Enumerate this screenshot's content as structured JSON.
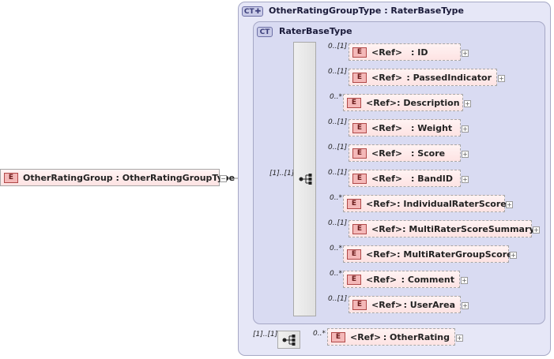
{
  "root": {
    "badge": "E",
    "label": "OtherRatingGroup : OtherRatingGroupType",
    "expand_symbol": "−"
  },
  "complex_type": {
    "badge": "CT",
    "title": "OtherRatingGroupType : RaterBaseType"
  },
  "base_type": {
    "badge": "CT",
    "title": "RaterBaseType"
  },
  "sequence_cardinality": "[1]..[1]",
  "children": [
    {
      "card": "0..[1]",
      "ref": "<Ref>",
      "name": ": ID"
    },
    {
      "card": "0..[1]",
      "ref": "<Ref>",
      "name": ": PassedIndicator"
    },
    {
      "card": "0..*",
      "ref": "<Ref>",
      "name": ": Description"
    },
    {
      "card": "0..[1]",
      "ref": "<Ref>",
      "name": ": Weight"
    },
    {
      "card": "0..[1]",
      "ref": "<Ref>",
      "name": ": Score"
    },
    {
      "card": "0..[1]",
      "ref": "<Ref>",
      "name": ": BandID"
    },
    {
      "card": "0..*",
      "ref": "<Ref>",
      "name": ": IndividualRaterScore"
    },
    {
      "card": "0..[1]",
      "ref": "<Ref>",
      "name": ": MultiRaterScoreSummary"
    },
    {
      "card": "0..*",
      "ref": "<Ref>",
      "name": ": MultiRaterGroupScore"
    },
    {
      "card": "0..*",
      "ref": "<Ref>",
      "name": ": Comment"
    },
    {
      "card": "0..[1]",
      "ref": "<Ref>",
      "name": ": UserArea"
    }
  ],
  "extension": {
    "seq_card": "[1]..[1]",
    "card": "0..*",
    "ref": "<Ref>",
    "name": ": OtherRating"
  },
  "element_badge": "E",
  "expand_plus": "+"
}
